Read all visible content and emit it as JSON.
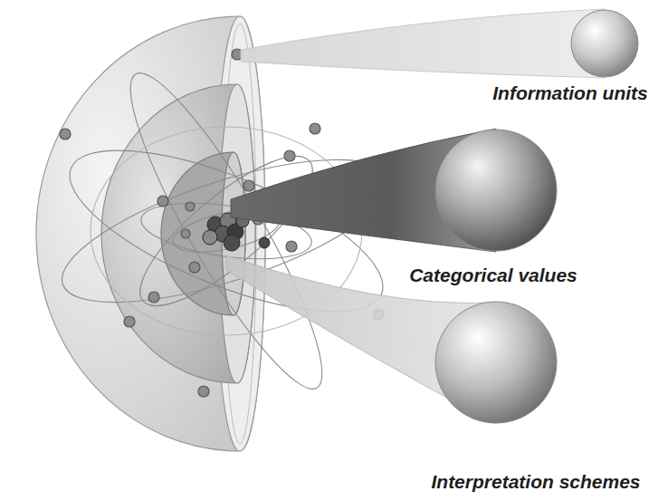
{
  "diagram": {
    "nodes": [
      {
        "text": [
          "Information units"
        ]
      },
      {
        "text": [
          "Categorical values"
        ]
      },
      {
        "text": [
          "Interpretation schemes"
        ]
      }
    ]
  }
}
